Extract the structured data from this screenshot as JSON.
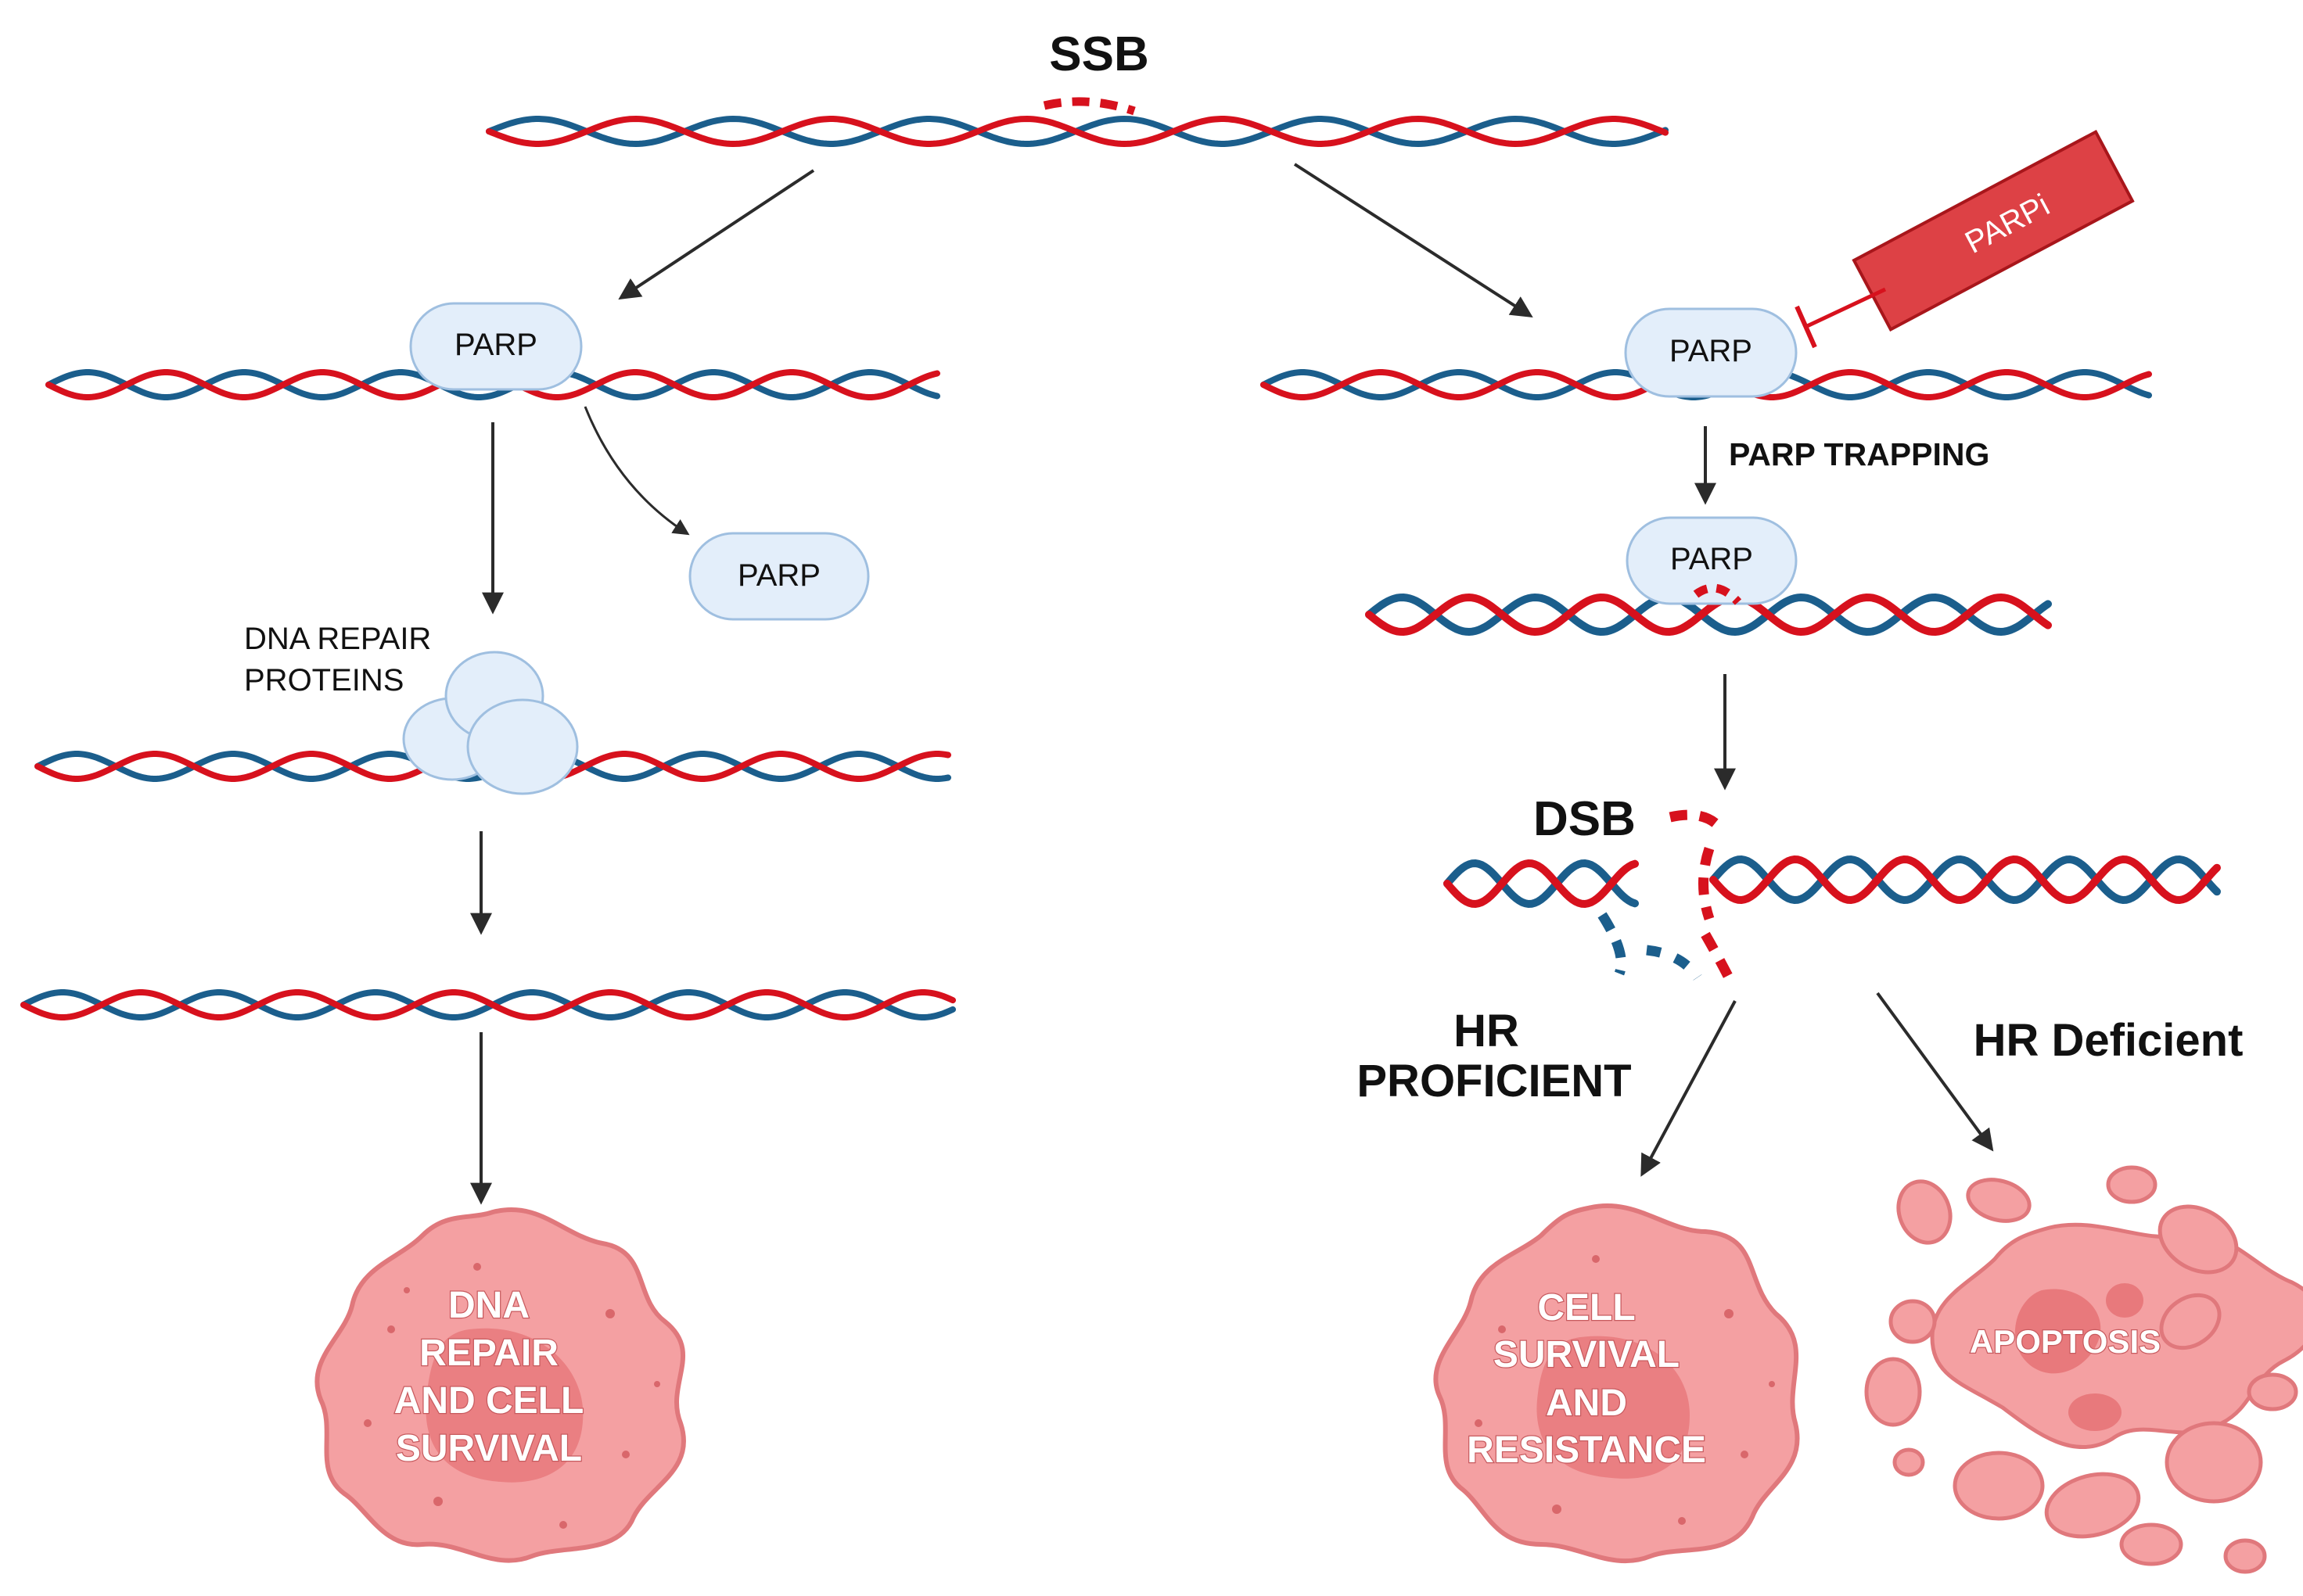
{
  "labels": {
    "ssb": "SSB",
    "parp_left_top": "PARP",
    "parp_released": "PARP",
    "parp_right_top": "PARP",
    "parp_trapped": "PARP",
    "parpi": "PARPi",
    "parp_trapping": "PARP TRAPPING",
    "dna_repair_proteins_1": "DNA REPAIR",
    "dna_repair_proteins_2": "PROTEINS",
    "dsb": "DSB",
    "hr_proficient_1": "HR",
    "hr_proficient_2": "PROFICIENT",
    "hr_deficient": "HR Deficient",
    "cell_left_1": "DNA",
    "cell_left_2": "REPAIR",
    "cell_left_3": "AND CELL",
    "cell_left_4": "SURVIVAL",
    "cell_mid_1": "CELL",
    "cell_mid_2": "SURVIVAL",
    "cell_mid_3": "AND",
    "cell_mid_4": "RESISTANCE",
    "apoptosis": "APOPTOSIS"
  },
  "colors": {
    "strand_red": "#d7111d",
    "strand_blue": "#1b5e8c",
    "protein_fill": "#e3eefa",
    "protein_stroke": "#9fbfe0",
    "inhibitor_fill": "#dd4145",
    "inhibitor_stroke": "#a8161b",
    "cell_fill": "#f4a0a2",
    "cell_stroke": "#e0787c",
    "nucleus_fill": "#e8797c",
    "arrow": "#2b2b2b"
  },
  "icons": [
    "dna-helix",
    "parp-protein",
    "repair-protein-cluster",
    "parp-inhibitor-syringe",
    "inhibition-bar",
    "cancer-cell",
    "apoptotic-cell-fragments"
  ]
}
